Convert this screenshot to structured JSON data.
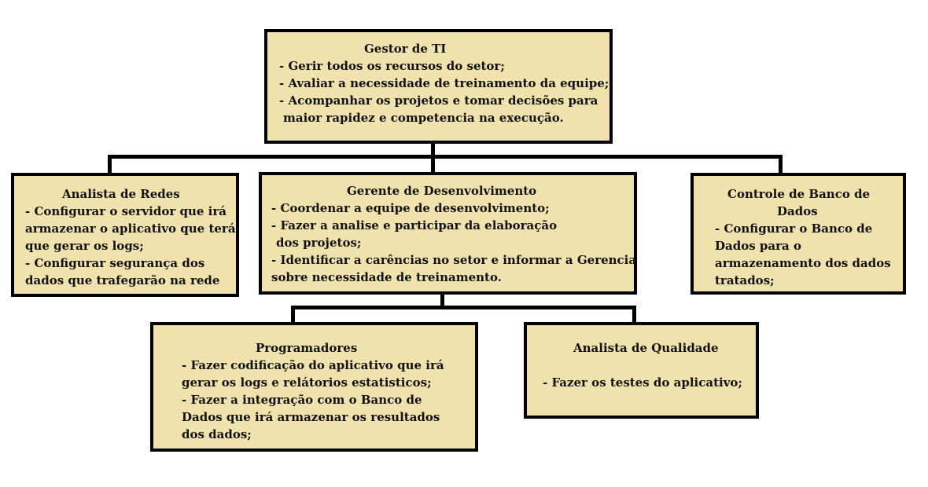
{
  "nodes": {
    "gestor": {
      "title": "Gestor de TI",
      "lines": [
        "- Gerir todos os recursos do setor;",
        "- Avaliar a necessidade de treinamento da equipe;",
        "- Acompanhar os projetos e tomar decisões para",
        "maior rapidez e competencia na execução."
      ]
    },
    "redes": {
      "title": "Analista de Redes",
      "lines": [
        "- Configurar o servidor que irá",
        "armazenar o aplicativo que terá",
        "que gerar os logs;",
        "- Configurar segurança dos",
        "dados que trafegarão na rede"
      ]
    },
    "gerente": {
      "title": "Gerente de Desenvolvimento",
      "lines": [
        "- Coordenar a equipe de desenvolvimento;",
        "- Fazer a analise e participar da elaboração",
        "dos projetos;",
        "- Identificar a carências no setor e informar a Gerencia",
        "sobre necessidade de treinamento."
      ]
    },
    "banco": {
      "title_lines": [
        "Controle de Banco de",
        "Dados"
      ],
      "lines": [
        "- Configurar o Banco de",
        "Dados para o",
        "armazenamento dos dados",
        "tratados;"
      ]
    },
    "programadores": {
      "title": "Programadores",
      "lines": [
        "- Fazer codificação do aplicativo que irá",
        "gerar os logs e relátorios estatisticos;",
        "- Fazer a integração com o Banco de",
        "Dados que irá armazenar os resultados",
        "dos dados;"
      ]
    },
    "qualidade": {
      "title": "Analista de Qualidade",
      "lines": [
        "- Fazer os testes do aplicativo;"
      ]
    }
  },
  "colors": {
    "box_fill": "#f0e2ad",
    "border": "#000000"
  }
}
